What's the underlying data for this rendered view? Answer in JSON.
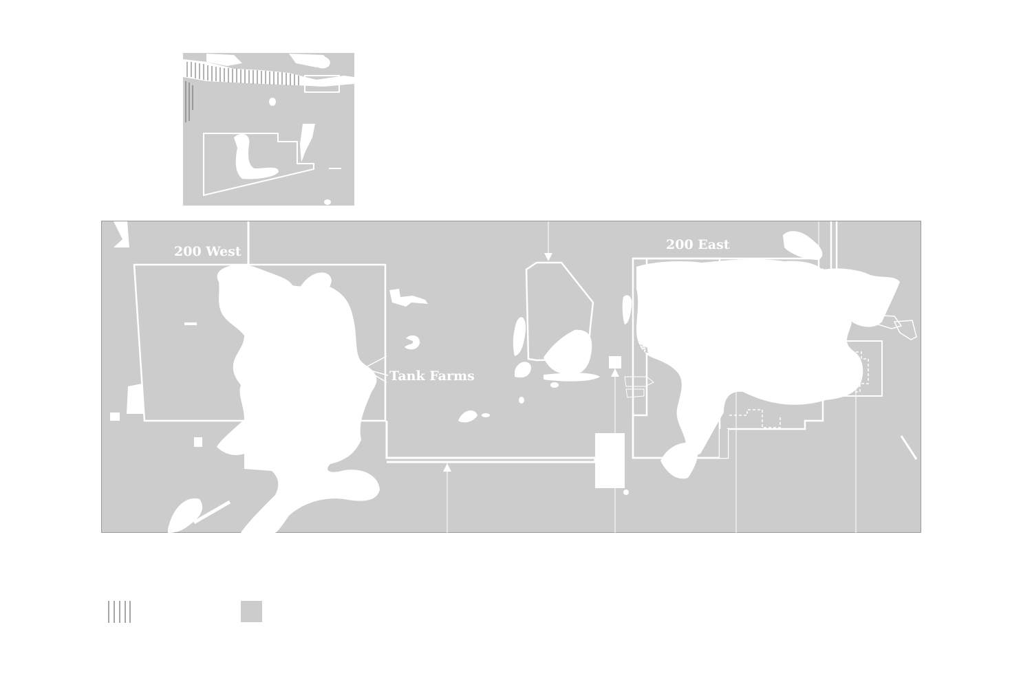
{
  "colors": {
    "land": "#cccccc",
    "contaminated_area": "#ffffff",
    "boundary": "#ffffff",
    "frame": "#999999",
    "background": "#ffffff"
  },
  "main_map": {
    "labels": {
      "area_200_west": "200 West",
      "area_200_east": "200 East",
      "tank_farms": "Tank Farms",
      "tank_farms_east_fragment": "Ta"
    }
  },
  "legend": {
    "items": [
      {
        "symbol": "vertical-hatch",
        "label": ""
      },
      {
        "symbol": "gray-fill-square",
        "label": ""
      }
    ]
  }
}
